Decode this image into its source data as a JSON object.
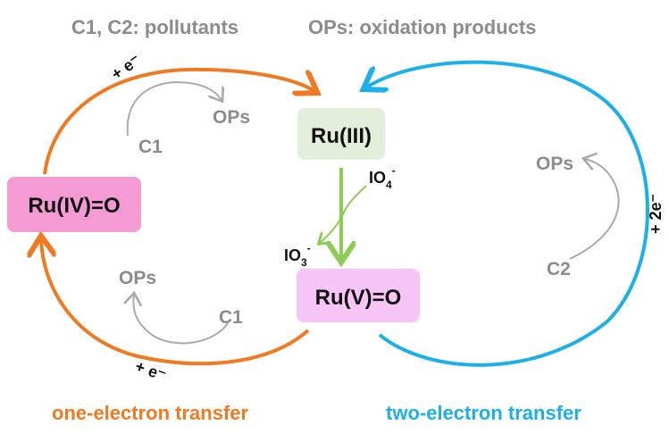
{
  "legend": {
    "pollutants": "C1, C2: pollutants",
    "oxidation_products": "OPs: oxidation products"
  },
  "species": {
    "ru3": "Ru(III)",
    "ru4": "Ru(IV)=O",
    "ru5": "Ru(V)=O"
  },
  "reagents": {
    "io4": "IO",
    "io4_sub": "4",
    "io4_sup": "-",
    "io3": "IO",
    "io3_sub": "3",
    "io3_sup": "-"
  },
  "left_cycle": {
    "top_electron": "+ e⁻",
    "bottom_electron": "+ e⁻",
    "top_ops": "OPs",
    "top_c1": "C1",
    "bottom_ops": "OPs",
    "bottom_c1": "C1",
    "label": "one-electron transfer"
  },
  "right_cycle": {
    "electron": "+ 2e⁻",
    "ops": "OPs",
    "c2": "C2",
    "label": "two-electron transfer"
  },
  "colors": {
    "orange": "#f07a22",
    "blue": "#1db0e8",
    "green": "#8ccc55",
    "gray": "#8c8c8c",
    "ru3_box": "#e3efdb",
    "ru4_box": "#f59bd3",
    "ru5_box": "#f8c6f6"
  }
}
